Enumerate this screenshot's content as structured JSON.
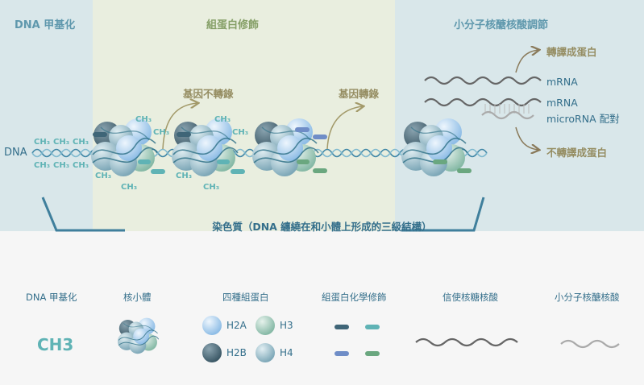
{
  "panels": {
    "left_title": "DNA 甲基化",
    "mid_title": "組蛋白修飾",
    "right_title": "小分子核醣核酸調節"
  },
  "diagram": {
    "dna_label": "DNA",
    "methyl_group": "CH₃",
    "gene_off": "基因不轉錄",
    "gene_on": "基因轉錄",
    "to_protein": "轉譯成蛋白",
    "mrna1": "mRNA",
    "mrna2": "mRNA",
    "microrna_pair": "microRNA 配對",
    "no_protein": "不轉譯成蛋白",
    "chromatin_caption": "染色質（DNA 纏繞在和小體上形成的三級結構）"
  },
  "legend": {
    "methyl_title": "DNA 甲基化",
    "methyl_symbol": "CH3",
    "nucleosome_title": "核小體",
    "histone_title": "四種組蛋白",
    "h2a": "H2A",
    "h3": "H3",
    "h2b": "H2B",
    "h4": "H4",
    "mod_title": "組蛋白化學修飾",
    "mrna_title": "信使核糖核酸",
    "small_rna_title": "小分子核醣核酸"
  },
  "colors": {
    "left_bg": "#d9e7ea",
    "mid_bg": "#e9eedf",
    "h2a": "#a9cdee",
    "h3": "#9fcbbb",
    "h2b": "#4f6d7c",
    "h4": "#93b8c6",
    "mod_dark": "#3f6577",
    "mod_teal": "#5fb3b5",
    "mod_blue": "#6f8dc7",
    "mod_green": "#6aa77f"
  }
}
